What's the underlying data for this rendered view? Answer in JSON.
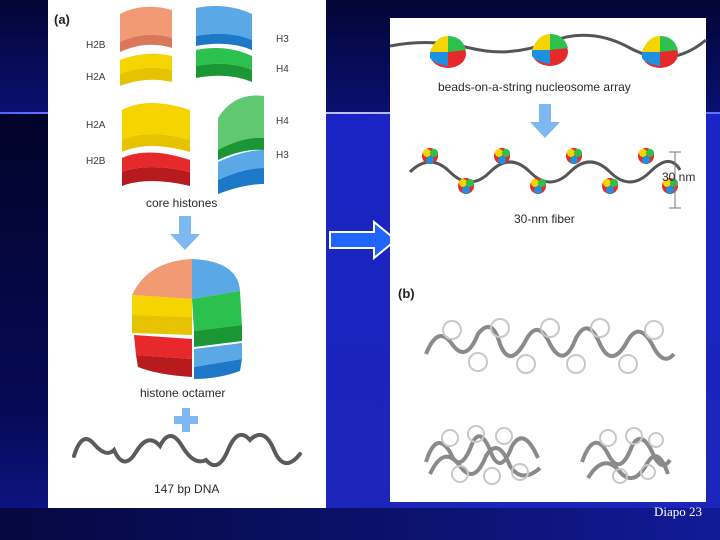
{
  "slide": {
    "footer": "Diapo 23",
    "colors": {
      "background": "#1b25b8",
      "h2a": "#f5d400",
      "h2b": "#e8292b",
      "h3": "#1e90e0",
      "h4": "#1faa3c",
      "peach": "#f29a74",
      "arrow": "#3a7bff"
    }
  },
  "panel_a": {
    "label": "(a)",
    "histone_labels_top": {
      "h2b": "H2B",
      "h2a": "H2A",
      "h3": "H3",
      "h4": "H4"
    },
    "histone_labels_bottom": {
      "h2a": "H2A",
      "h2b": "H2B",
      "h4": "H4",
      "h3": "H3"
    },
    "core_histones": "core histones",
    "histone_octamer": "histone octamer",
    "dna": "147 bp DNA"
  },
  "panel_right": {
    "beads_caption": "beads-on-a-string nucleosome array",
    "fiber_caption": "30-nm fiber",
    "fiber_width": "30 nm",
    "panel_b_label": "(b)"
  },
  "connector": {
    "icon": "right-arrow-icon"
  }
}
